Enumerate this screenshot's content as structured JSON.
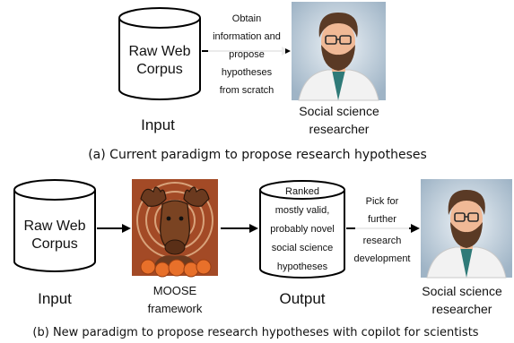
{
  "panel_a": {
    "database_line1": "Raw Web",
    "database_line2": "Corpus",
    "input_label": "Input",
    "arrow_text": [
      "Obtain",
      "information and",
      "propose",
      "hypotheses",
      "from scratch"
    ],
    "researcher_label_line1": "Social science",
    "researcher_label_line2": "researcher",
    "caption": "(a) Current paradigm to propose research hypotheses"
  },
  "panel_b": {
    "database_line1": "Raw Web",
    "database_line2": "Corpus",
    "input_label": "Input",
    "framework_label_line1": "MOOSE",
    "framework_label_line2": "framework",
    "output_text": [
      "Ranked",
      "mostly valid,",
      "probably novel",
      "social science",
      "hypotheses"
    ],
    "output_label": "Output",
    "arrow_text": [
      "Pick for",
      "further",
      "research",
      "development"
    ],
    "researcher_label_line1": "Social science",
    "researcher_label_line2": "researcher",
    "caption": "(b) New paradigm to propose research hypotheses with copilot for scientists"
  },
  "colors": {
    "stroke": "#000000",
    "moose_bg": "#a34a26",
    "moose_ring": "#d8a27a",
    "pumpkin": "#e8702a",
    "suit": "#f2f2f2",
    "skin": "#f0b996",
    "beard": "#5a3a25"
  }
}
